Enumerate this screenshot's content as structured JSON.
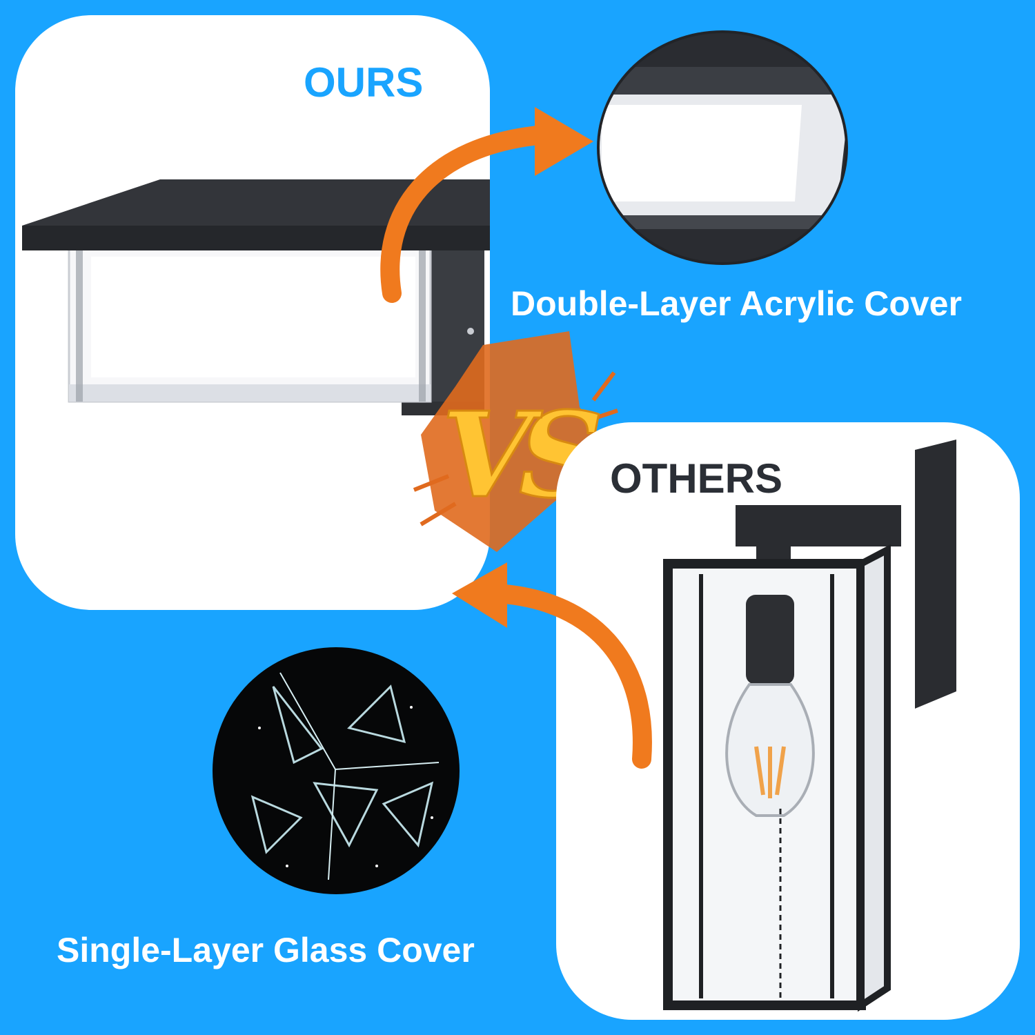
{
  "comparison": {
    "ours_label": "OURS",
    "others_label": "OTHERS",
    "vs_label": "VS",
    "ours_caption": "Double-Layer Acrylic Cover",
    "others_caption": "Single-Layer Glass Cover"
  },
  "icons": {
    "ours_product": "acrylic-wall-light-icon",
    "ours_detail": "acrylic-cover-closeup-icon",
    "others_product": "glass-lantern-wall-light-icon",
    "others_detail": "shattered-glass-icon",
    "arrow": "curved-arrow-icon"
  },
  "colors": {
    "background": "#19a4ff",
    "ours_label": "#19a4ff",
    "others_label": "#2b2f36",
    "arrow": "#f07a1e",
    "vs": "#ffc433",
    "burst": "#e06a1e",
    "fixture": "#2a2c30"
  }
}
